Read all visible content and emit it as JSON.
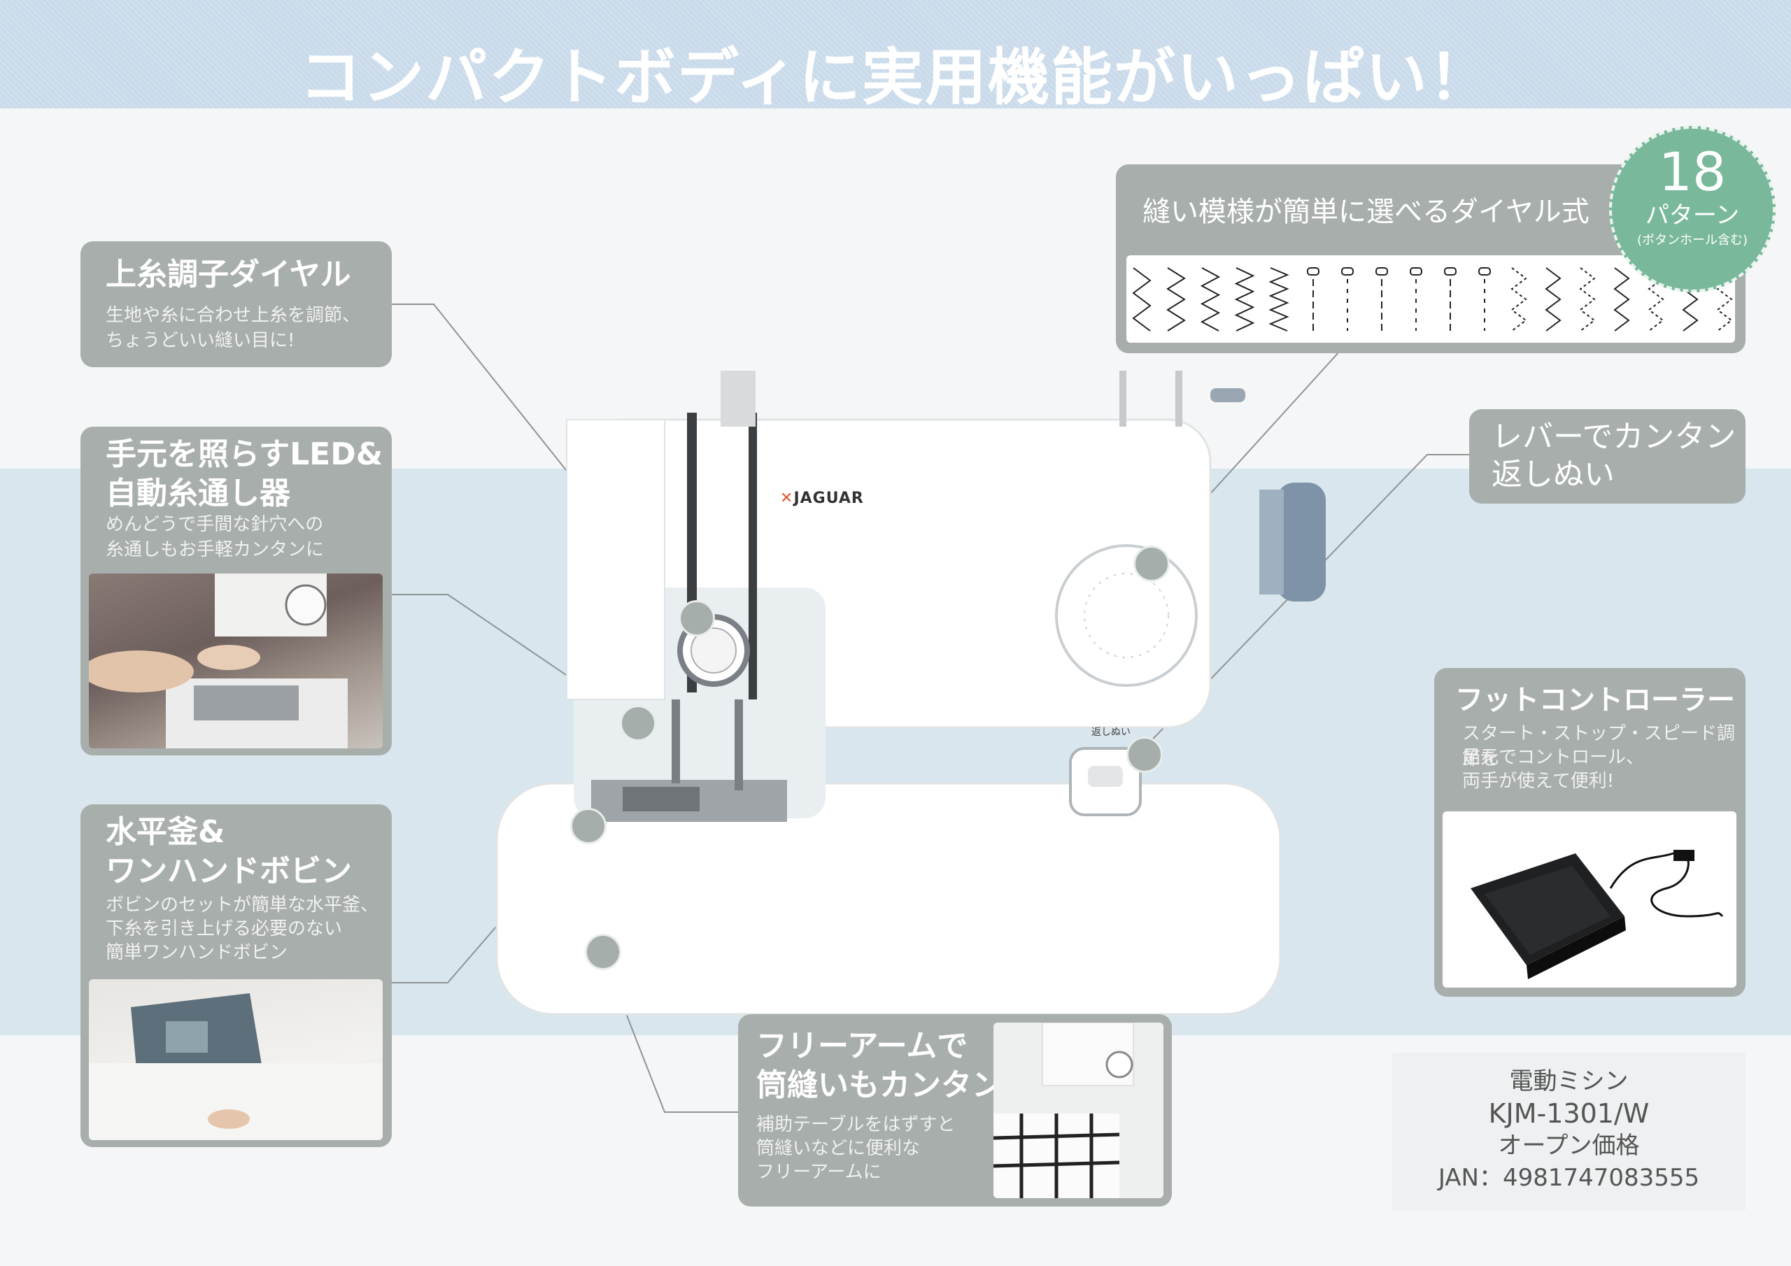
{
  "header": {
    "title": "コンパクトボディに実用機能がいっぱい！"
  },
  "cards": {
    "tension": {
      "title": "上糸調子ダイヤル",
      "text1": "生地や糸に合わせ上糸を調節、",
      "text2": "ちょうどいい縫い目に!"
    },
    "led": {
      "title1": "手元を照らすLED&",
      "title2": "自動糸通し器",
      "text1": "めんどうで手間な針穴への",
      "text2": "糸通しもお手軽カンタンに"
    },
    "bobbin": {
      "title1": "水平釜&",
      "title2": "ワンハンドボビン",
      "text1": "ボビンのセットが簡単な水平釜、",
      "text2": "下糸を引き上げる必要のない",
      "text3": "簡単ワンハンドボビン"
    },
    "freearm": {
      "title1": "フリーアームで",
      "title2": "筒縫いもカンタン!",
      "text1": "補助テーブルをはずすと",
      "text2": "筒縫いなどに便利な",
      "text3": "フリーアームに"
    },
    "dial": {
      "title": "縫い模様が簡単に選べるダイヤル式"
    },
    "reverse": {
      "title1": "レバーでカンタン",
      "title2": "返しぬい"
    },
    "foot": {
      "title": "フットコントローラー",
      "text1": "スタート・ストップ・スピード調節を",
      "text2": "足元でコントロール、",
      "text3": "両手が使えて便利!"
    }
  },
  "badge": {
    "number": "18",
    "label": "パターン",
    "sub": "(ボタンホール含む)"
  },
  "machine": {
    "brand": "JAGUAR",
    "reverse_label": "返しぬい"
  },
  "product": {
    "type": "電動ミシン",
    "model": "KJM-1301/W",
    "price": "オープン価格",
    "jan": "JAN：4981747083555"
  },
  "colors": {
    "card": "#a8aeab",
    "badge": "#79b89a",
    "banner": "#c9daea",
    "brand": "#e4572e"
  }
}
